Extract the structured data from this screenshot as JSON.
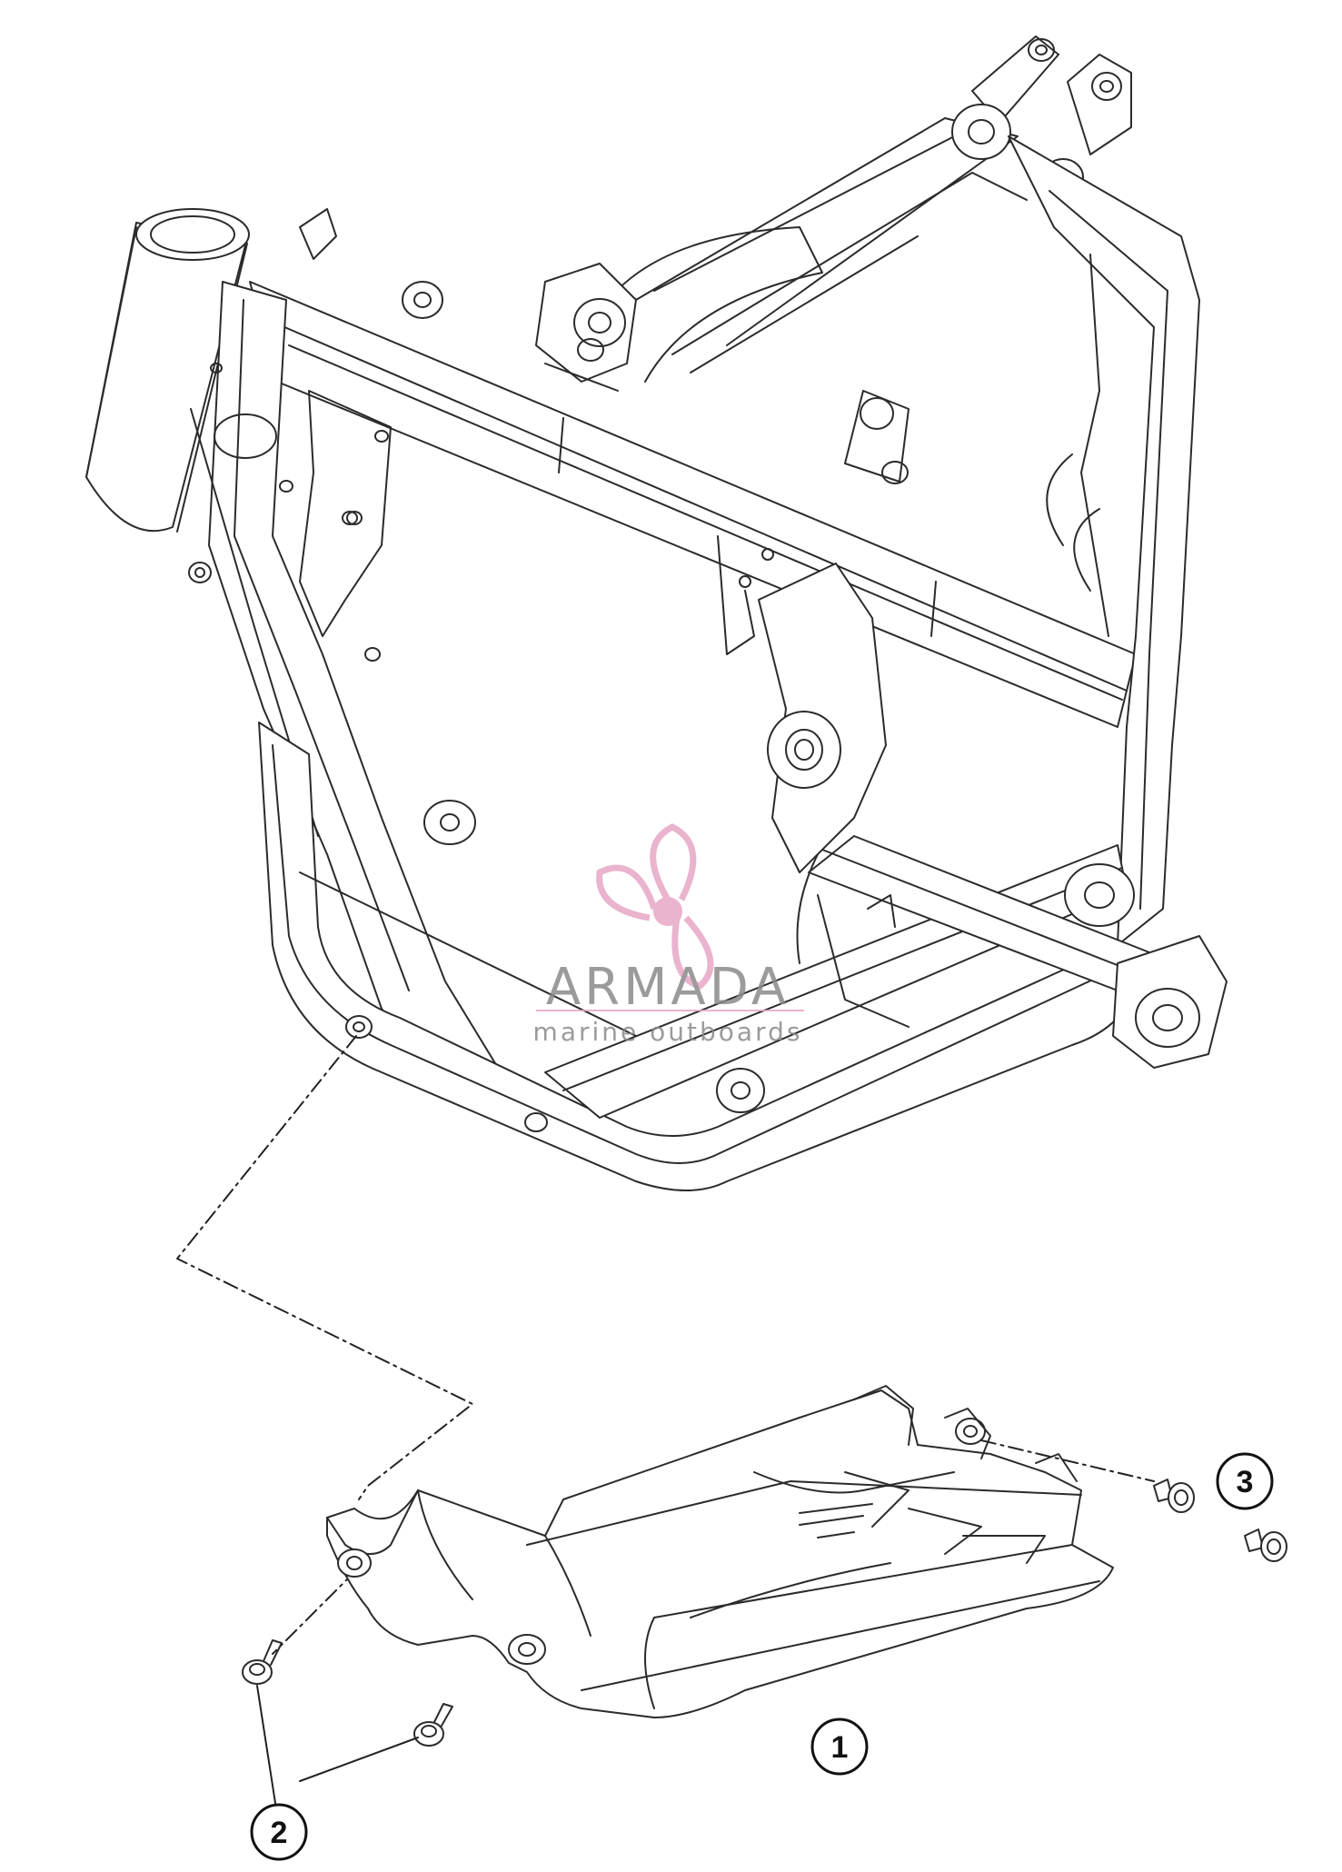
{
  "diagram": {
    "callouts": [
      {
        "id": "1",
        "label": "1"
      },
      {
        "id": "2",
        "label": "2"
      },
      {
        "id": "3",
        "label": "3"
      }
    ]
  },
  "watermark": {
    "name": "ARMADA",
    "tagline": "marine outboards",
    "colors": {
      "logo": "#e7a6c6",
      "text": "#8a8a8a"
    }
  },
  "colors": {
    "line": "#222222",
    "background": "#ffffff"
  }
}
